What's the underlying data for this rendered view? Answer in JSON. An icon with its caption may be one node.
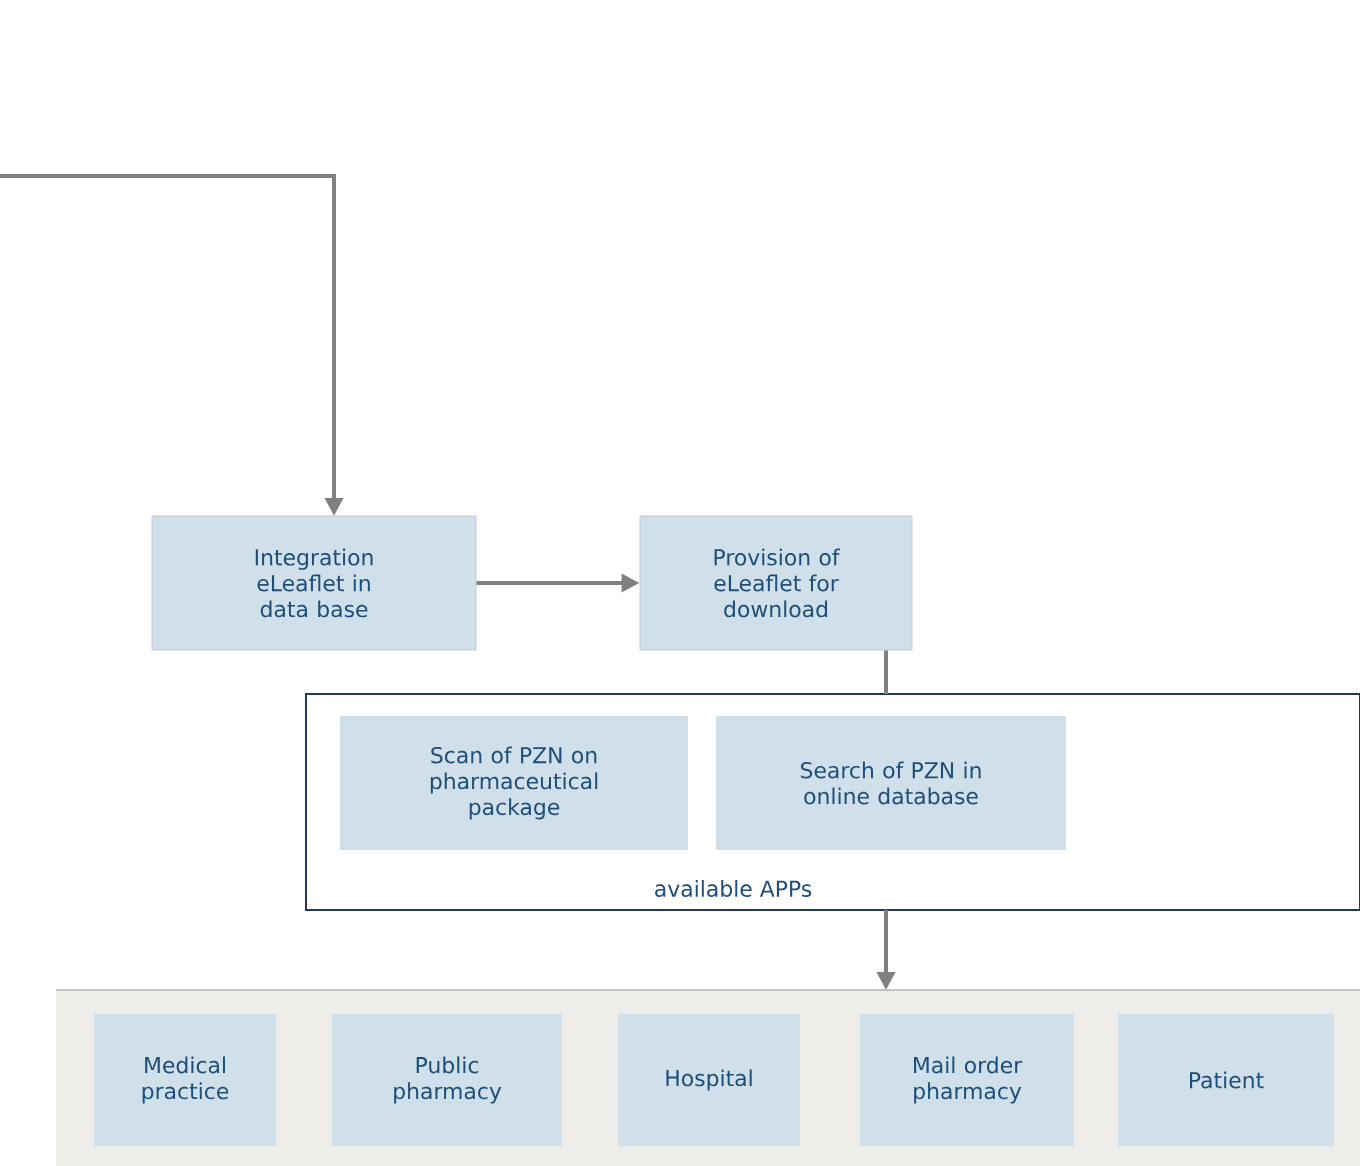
{
  "diagram": {
    "nodes": [
      {
        "text": [
          "Integration eLeaflet in data base"
        ]
      },
      {
        "text": [
          "Provision of eLeaflet for download"
        ]
      },
      {
        "text": [
          "available APPs"
        ]
      },
      {
        "text": [
          "Scan of PZN on pharmaceutical package"
        ],
        "in": 2
      },
      {
        "text": [
          "Search of PZN in online database"
        ],
        "in": 2
      },
      {
        "text": [],
        "shape": "box"
      },
      {
        "text": [
          "Medical practice"
        ],
        "in": 5
      },
      {
        "text": [
          "Public pharmacy"
        ],
        "in": 5
      },
      {
        "text": [
          "Hospital"
        ],
        "in": 5
      },
      {
        "text": [
          "Mail order pharmacy"
        ],
        "in": 5
      },
      {
        "text": [
          "Patient"
        ],
        "in": 5
      }
    ],
    "edges": [
      {
        "from": null,
        "to": 0,
        "arrow": "to"
      },
      {
        "from": 0,
        "to": 1,
        "arrow": "to"
      },
      {
        "from": 1,
        "to": 2,
        "arrow": "none"
      },
      {
        "from": 2,
        "to": 5,
        "arrow": "to"
      }
    ]
  }
}
